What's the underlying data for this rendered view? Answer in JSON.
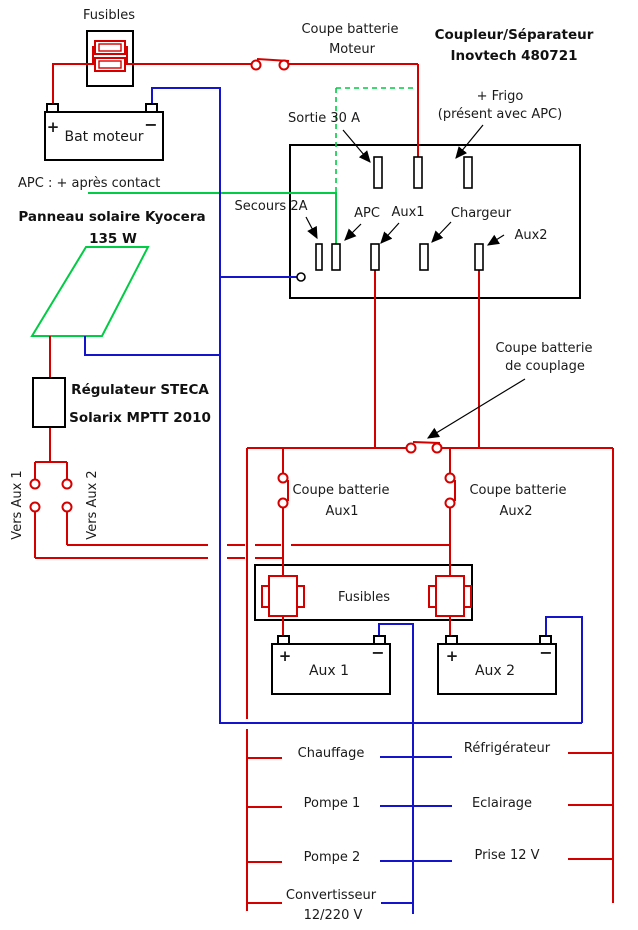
{
  "colors": {
    "positive_wire": "#d40000",
    "negative_wire": "#1414cc",
    "apc_wire": "#00cc44",
    "outline": "#000000"
  },
  "title": {
    "line1": "Coupleur/Séparateur",
    "line2": "Inovtech 480721"
  },
  "engine_battery": {
    "label": "Bat moteur",
    "fuse_box": "Fusibles",
    "cutoff_line1": "Coupe batterie",
    "cutoff_line2": "Moteur"
  },
  "coupler": {
    "apc_note": "APC : + après contact",
    "sortie": "Sortie 30 A",
    "frigo_line1": "+ Frigo",
    "frigo_line2": "(présent avec APC)",
    "secours": "Secours 2A",
    "apc": "APC",
    "aux1": "Aux1",
    "chargeur": "Chargeur",
    "aux2": "Aux2"
  },
  "solar": {
    "panel_line1": "Panneau solaire Kyocera",
    "panel_line2": "135 W",
    "regulator_line1": "Régulateur STECA",
    "regulator_line2": "Solarix MPTT 2010",
    "vers_aux1": "Vers Aux 1",
    "vers_aux2": "Vers Aux 2"
  },
  "aux_circuit": {
    "coupling_line1": "Coupe batterie",
    "coupling_line2": "de couplage",
    "cutoff1_line1": "Coupe batterie",
    "cutoff1_line2": "Aux1",
    "cutoff2_line1": "Coupe batterie",
    "cutoff2_line2": "Aux2",
    "fuse_box": "Fusibles",
    "battery1": "Aux 1",
    "battery2": "Aux 2"
  },
  "loads": {
    "left": [
      "Chauffage",
      "Pompe 1",
      "Pompe 2"
    ],
    "converter_line1": "Convertisseur",
    "converter_line2": "12/220 V",
    "right": [
      "Réfrigérateur",
      "Eclairage",
      "Prise 12 V"
    ]
  },
  "symbols": {
    "plus": "+",
    "minus": "−"
  }
}
